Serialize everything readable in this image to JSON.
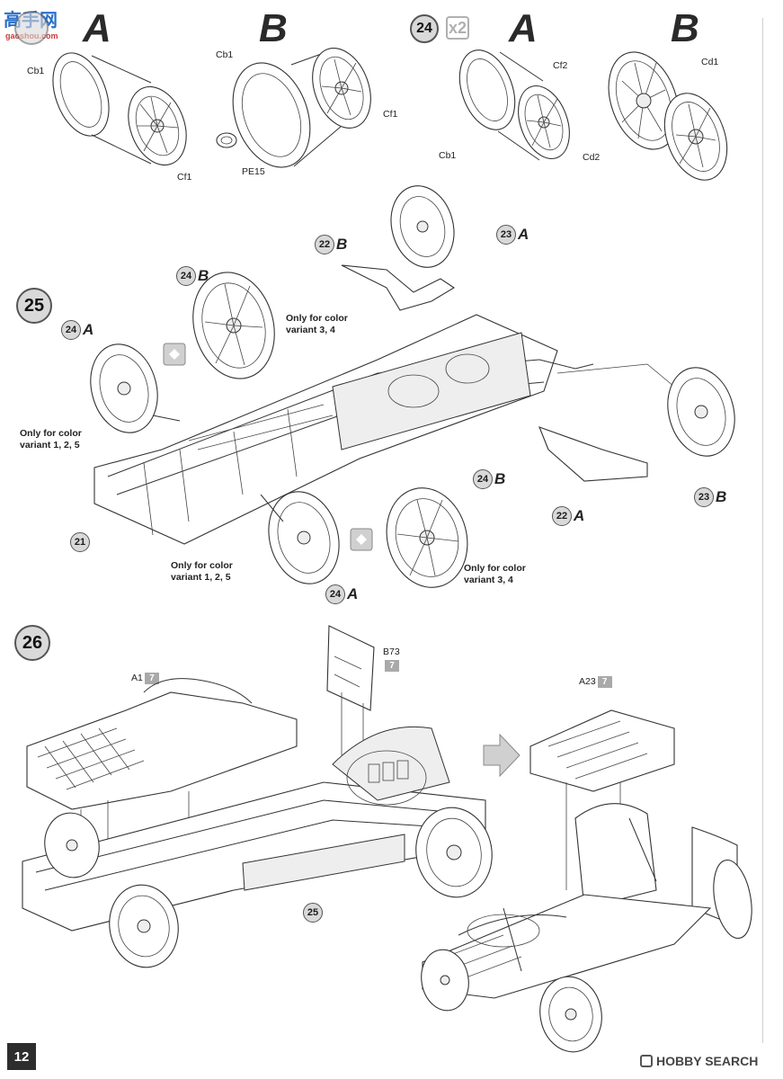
{
  "watermark": {
    "site_cn": "高手网",
    "site_url": "gaoshou.com"
  },
  "section_top_left": {
    "letter_a": "A",
    "letter_b": "B"
  },
  "section_top_right": {
    "step": "24",
    "multiplier": "x2",
    "letter_a": "A",
    "letter_b": "B"
  },
  "parts_top": {
    "cb1_a": "Cb1",
    "cf1_a": "Cf1",
    "cb1_b": "Cb1",
    "cf1_b": "Cf1",
    "pe15": "PE15",
    "cf2": "Cf2",
    "cb1_c": "Cb1",
    "cd1": "Cd1",
    "cd2": "Cd2"
  },
  "step25": {
    "number": "25",
    "refs": [
      {
        "num": "22",
        "letter": "B"
      },
      {
        "num": "23",
        "letter": "A"
      },
      {
        "num": "24",
        "letter": "B"
      },
      {
        "num": "24",
        "letter": "A"
      },
      {
        "num": "23",
        "letter": "B"
      },
      {
        "num": "22",
        "letter": "A"
      },
      {
        "num": "24",
        "letter": "B"
      },
      {
        "num": "24",
        "letter": "A"
      },
      {
        "num": "21",
        "letter": ""
      }
    ],
    "note_variant_34_a": "Only for color\nvariant 3, 4",
    "note_variant_125_a": "Only for color\nvariant 1, 2, 5",
    "note_variant_125_b": "Only for color\nvariant 1, 2, 5",
    "note_variant_34_b": "Only for color\nvariant 3, 4"
  },
  "step26": {
    "number": "26",
    "part_a1": "A1",
    "paint_a1": "7",
    "part_b73": "B73",
    "paint_b73": "7",
    "part_a23": "A23",
    "paint_a23": "7",
    "ref_25": "25"
  },
  "footer": {
    "page_number": "12",
    "brand": "HOBBY SEARCH"
  }
}
